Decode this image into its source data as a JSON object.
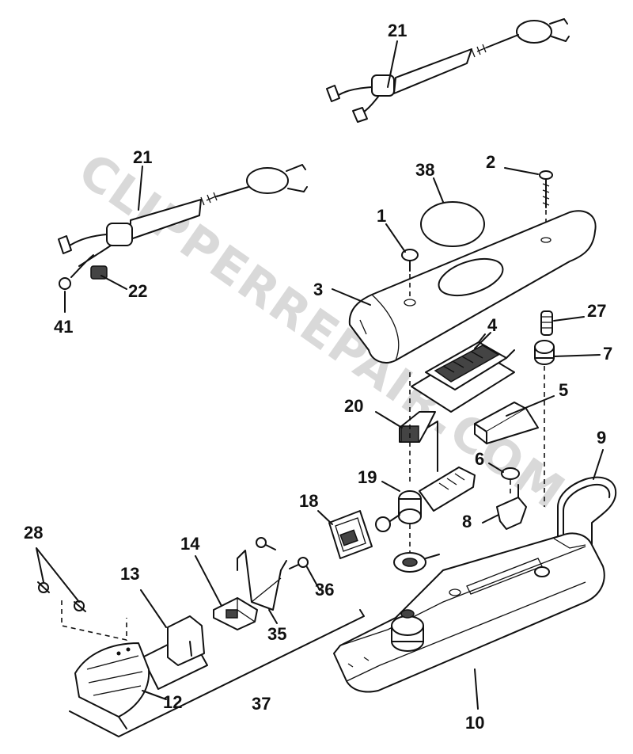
{
  "watermark": "CLIPPERREPAIR.COM",
  "callouts": [
    "21",
    "21",
    "2",
    "38",
    "1",
    "22",
    "41",
    "3",
    "27",
    "4",
    "7",
    "20",
    "5",
    "9",
    "6",
    "19",
    "18",
    "8",
    "28",
    "14",
    "13",
    "36",
    "35",
    "10",
    "12",
    "37"
  ]
}
